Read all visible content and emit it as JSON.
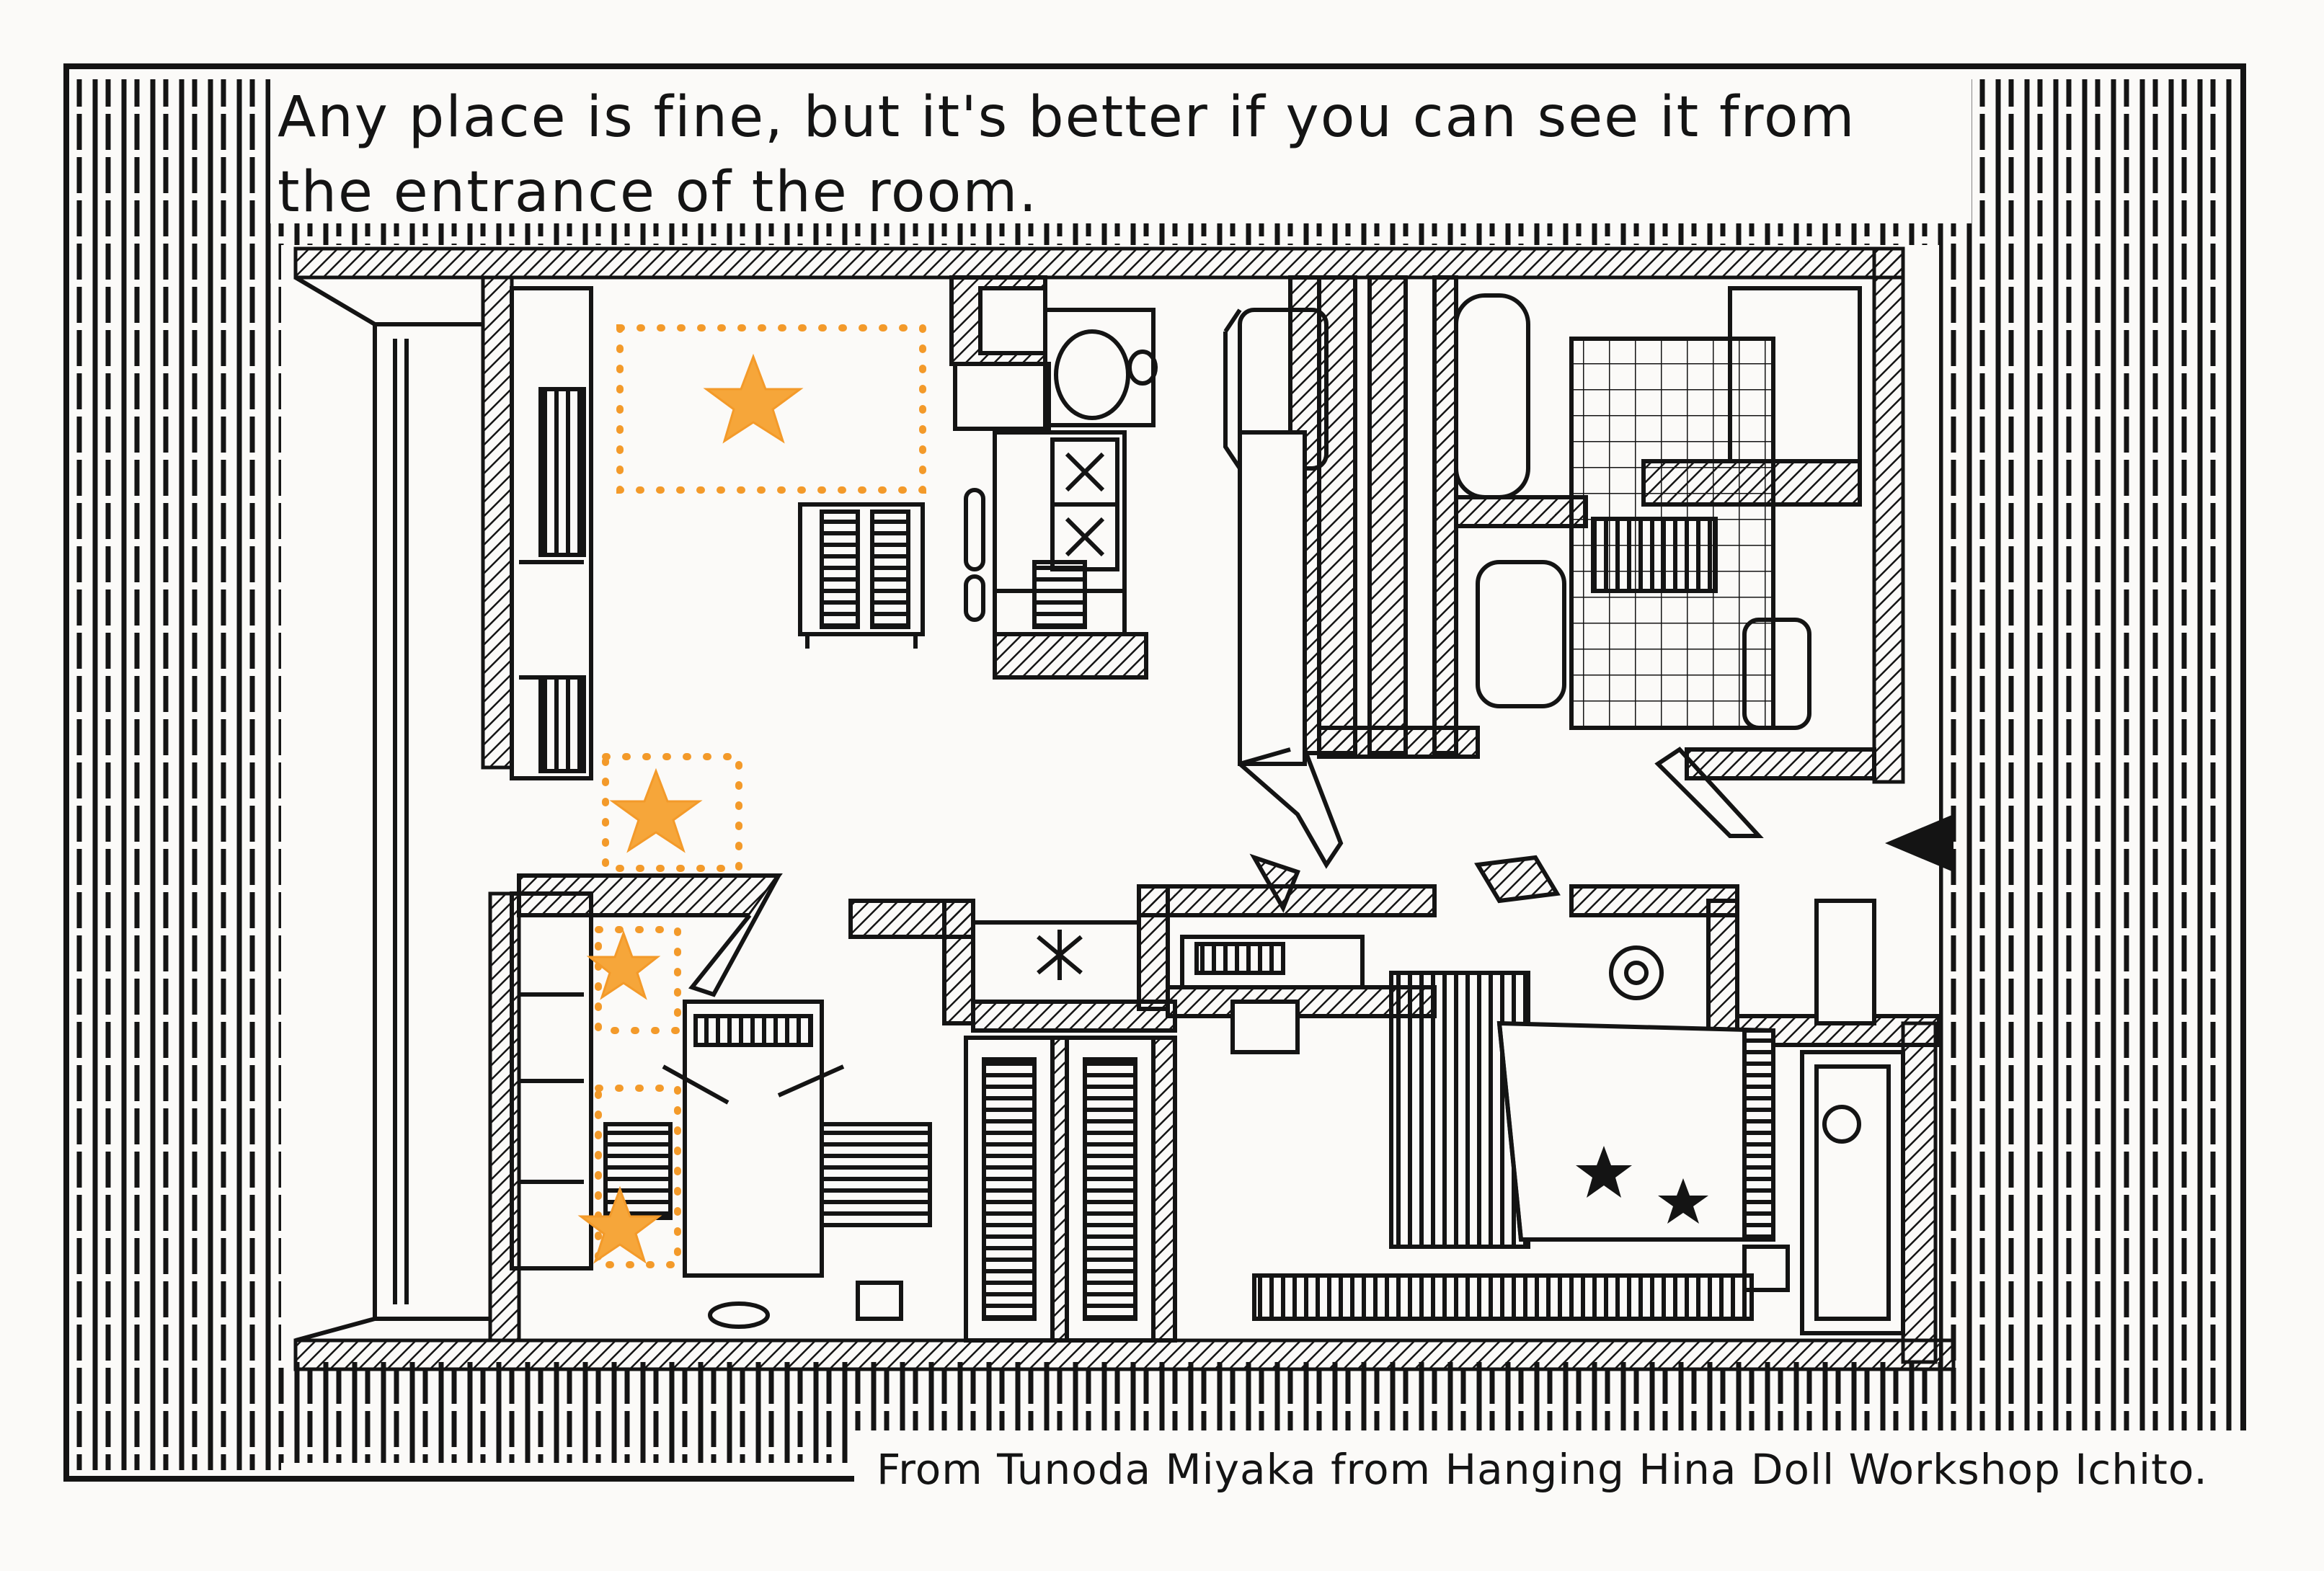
{
  "caption": {
    "line1": "Any place is fine, but it's better if you can  see it from",
    "line2": "the entrance of the room."
  },
  "credit": {
    "text": "From Tunoda Miyaka from Hanging Hina Doll Workshop Ichito."
  },
  "colors": {
    "ink": "#141414",
    "paper": "#fbfaf8",
    "star": "#f6a63a",
    "dots": "#f39a2a"
  },
  "icons": {
    "markers": "star-icon",
    "entrance": "arrow-left-icon"
  }
}
